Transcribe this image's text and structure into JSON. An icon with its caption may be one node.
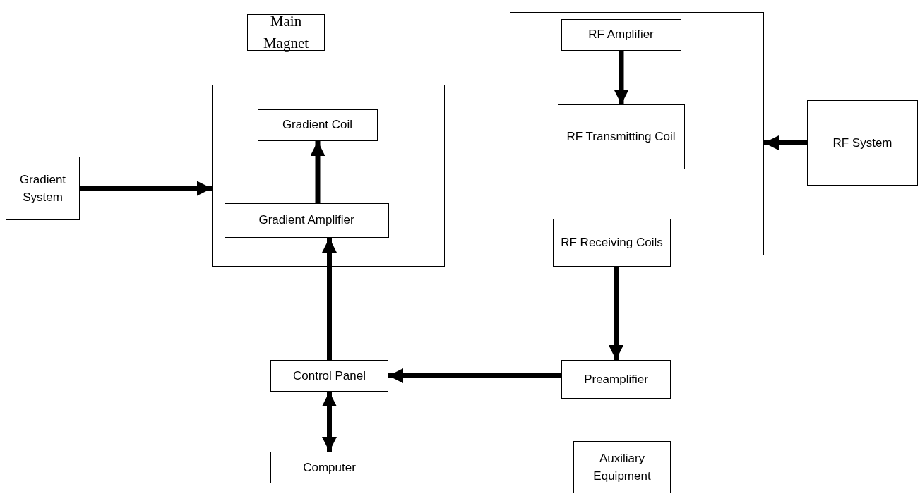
{
  "diagram": {
    "nodes": [
      {
        "text": [
          "Main Magnet"
        ]
      },
      {
        "text": [],
        "shape": "box"
      },
      {
        "text": [
          "Gradient Coil"
        ],
        "in": 1
      },
      {
        "text": [
          "Gradient Amplifier"
        ],
        "in": 1
      },
      {
        "text": [
          "Gradient System"
        ]
      },
      {
        "text": [],
        "shape": "box"
      },
      {
        "text": [
          "RF Amplifier"
        ],
        "in": 5
      },
      {
        "text": [
          "RF Transmitting Coil"
        ],
        "in": 5
      },
      {
        "text": [
          "RF Receiving Coils"
        ]
      },
      {
        "text": [
          "RF System"
        ]
      },
      {
        "text": [
          "Control Panel"
        ]
      },
      {
        "text": [
          "Preamplifier"
        ]
      },
      {
        "text": [
          "Computer"
        ]
      },
      {
        "text": [
          "Auxiliary Equipment"
        ]
      }
    ],
    "edges": [
      {
        "from": 4,
        "to": 1,
        "arrow": "to"
      },
      {
        "from": 3,
        "to": 2,
        "arrow": "to"
      },
      {
        "from": 10,
        "to": 3,
        "arrow": "to"
      },
      {
        "from": 6,
        "to": 7,
        "arrow": "to"
      },
      {
        "from": 9,
        "to": 5,
        "arrow": "to"
      },
      {
        "from": 8,
        "to": 11,
        "arrow": "to"
      },
      {
        "from": 11,
        "to": 10,
        "arrow": "to"
      },
      {
        "from": 10,
        "to": 12,
        "arrow": "both"
      }
    ]
  }
}
